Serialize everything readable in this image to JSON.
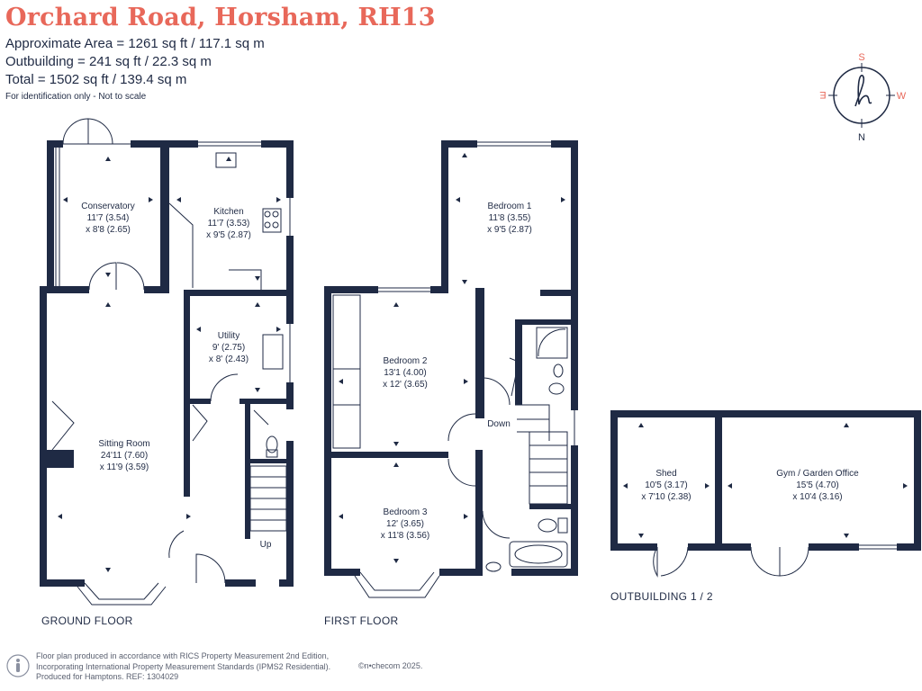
{
  "header": {
    "title": "Orchard Road, Horsham, RH13",
    "approx_area": "Approximate Area = 1261 sq ft / 117.1 sq m",
    "outbuilding_area": "Outbuilding = 241 sq ft / 22.3 sq m",
    "total_area": "Total = 1502 sq ft / 139.4 sq m",
    "note": "For identification only - Not to scale"
  },
  "compass": {
    "s": "S",
    "w": "W",
    "n": "N",
    "e": "E"
  },
  "floors": {
    "ground": "GROUND FLOOR",
    "first": "FIRST FLOOR",
    "outbuilding": "OUTBUILDING 1 / 2"
  },
  "rooms": {
    "conservatory": {
      "name": "Conservatory",
      "dim1": "11'7 (3.54)",
      "dim2": "x 8'8 (2.65)"
    },
    "kitchen": {
      "name": "Kitchen",
      "dim1": "11'7 (3.53)",
      "dim2": "x 9'5 (2.87)"
    },
    "utility": {
      "name": "Utility",
      "dim1": "9' (2.75)",
      "dim2": "x 8' (2.43)"
    },
    "sitting": {
      "name": "Sitting Room",
      "dim1": "24'11 (7.60)",
      "dim2": "x 11'9 (3.59)"
    },
    "bedroom1": {
      "name": "Bedroom 1",
      "dim1": "11'8 (3.55)",
      "dim2": "x 9'5 (2.87)"
    },
    "bedroom2": {
      "name": "Bedroom 2",
      "dim1": "13'1 (4.00)",
      "dim2": "x 12' (3.65)"
    },
    "bedroom3": {
      "name": "Bedroom 3",
      "dim1": "12' (3.65)",
      "dim2": "x 11'8 (3.56)"
    },
    "shed": {
      "name": "Shed",
      "dim1": "10'5 (3.17)",
      "dim2": "x 7'10 (2.38)"
    },
    "gym": {
      "name": "Gym / Garden Office",
      "dim1": "15'5 (4.70)",
      "dim2": "x 10'4 (3.16)"
    }
  },
  "stairs": {
    "up": "Up",
    "down": "Down"
  },
  "footer": {
    "line1": "Floor plan produced in accordance with RICS Property Measurement 2nd Edition,",
    "line2": "Incorporating International Property Measurement Standards (IPMS2 Residential).",
    "line3": "Produced for Hamptons.   REF: 1304029",
    "brand": "©n•checom 2025."
  },
  "colors": {
    "wall": "#1f2a44",
    "accent": "#e8685a"
  }
}
